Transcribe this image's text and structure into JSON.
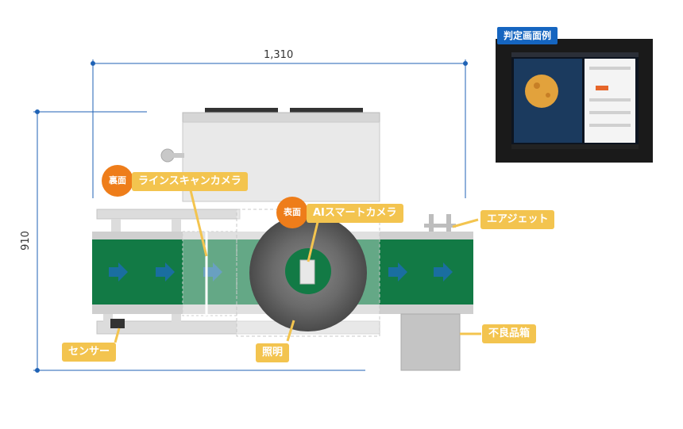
{
  "dimensions": {
    "width_label": "1,310",
    "height_label": "910"
  },
  "labels": {
    "line_scan_camera": "ラインスキャンカメラ",
    "line_scan_badge": "裏面",
    "ai_smart_camera": "AIスマートカメラ",
    "ai_smart_badge": "表面",
    "air_jet": "エアジェット",
    "sensor": "センサー",
    "lighting": "照明",
    "reject_box": "不良品箱"
  },
  "screen_example": {
    "tag": "判定画面例"
  },
  "colors": {
    "belt": "#127a45",
    "arrow": "#1a6ea0",
    "callout": "#f3c44f",
    "badge": "#ee7d1a",
    "dimension_line": "#1f62b5",
    "screen_tag": "#1565c0"
  }
}
